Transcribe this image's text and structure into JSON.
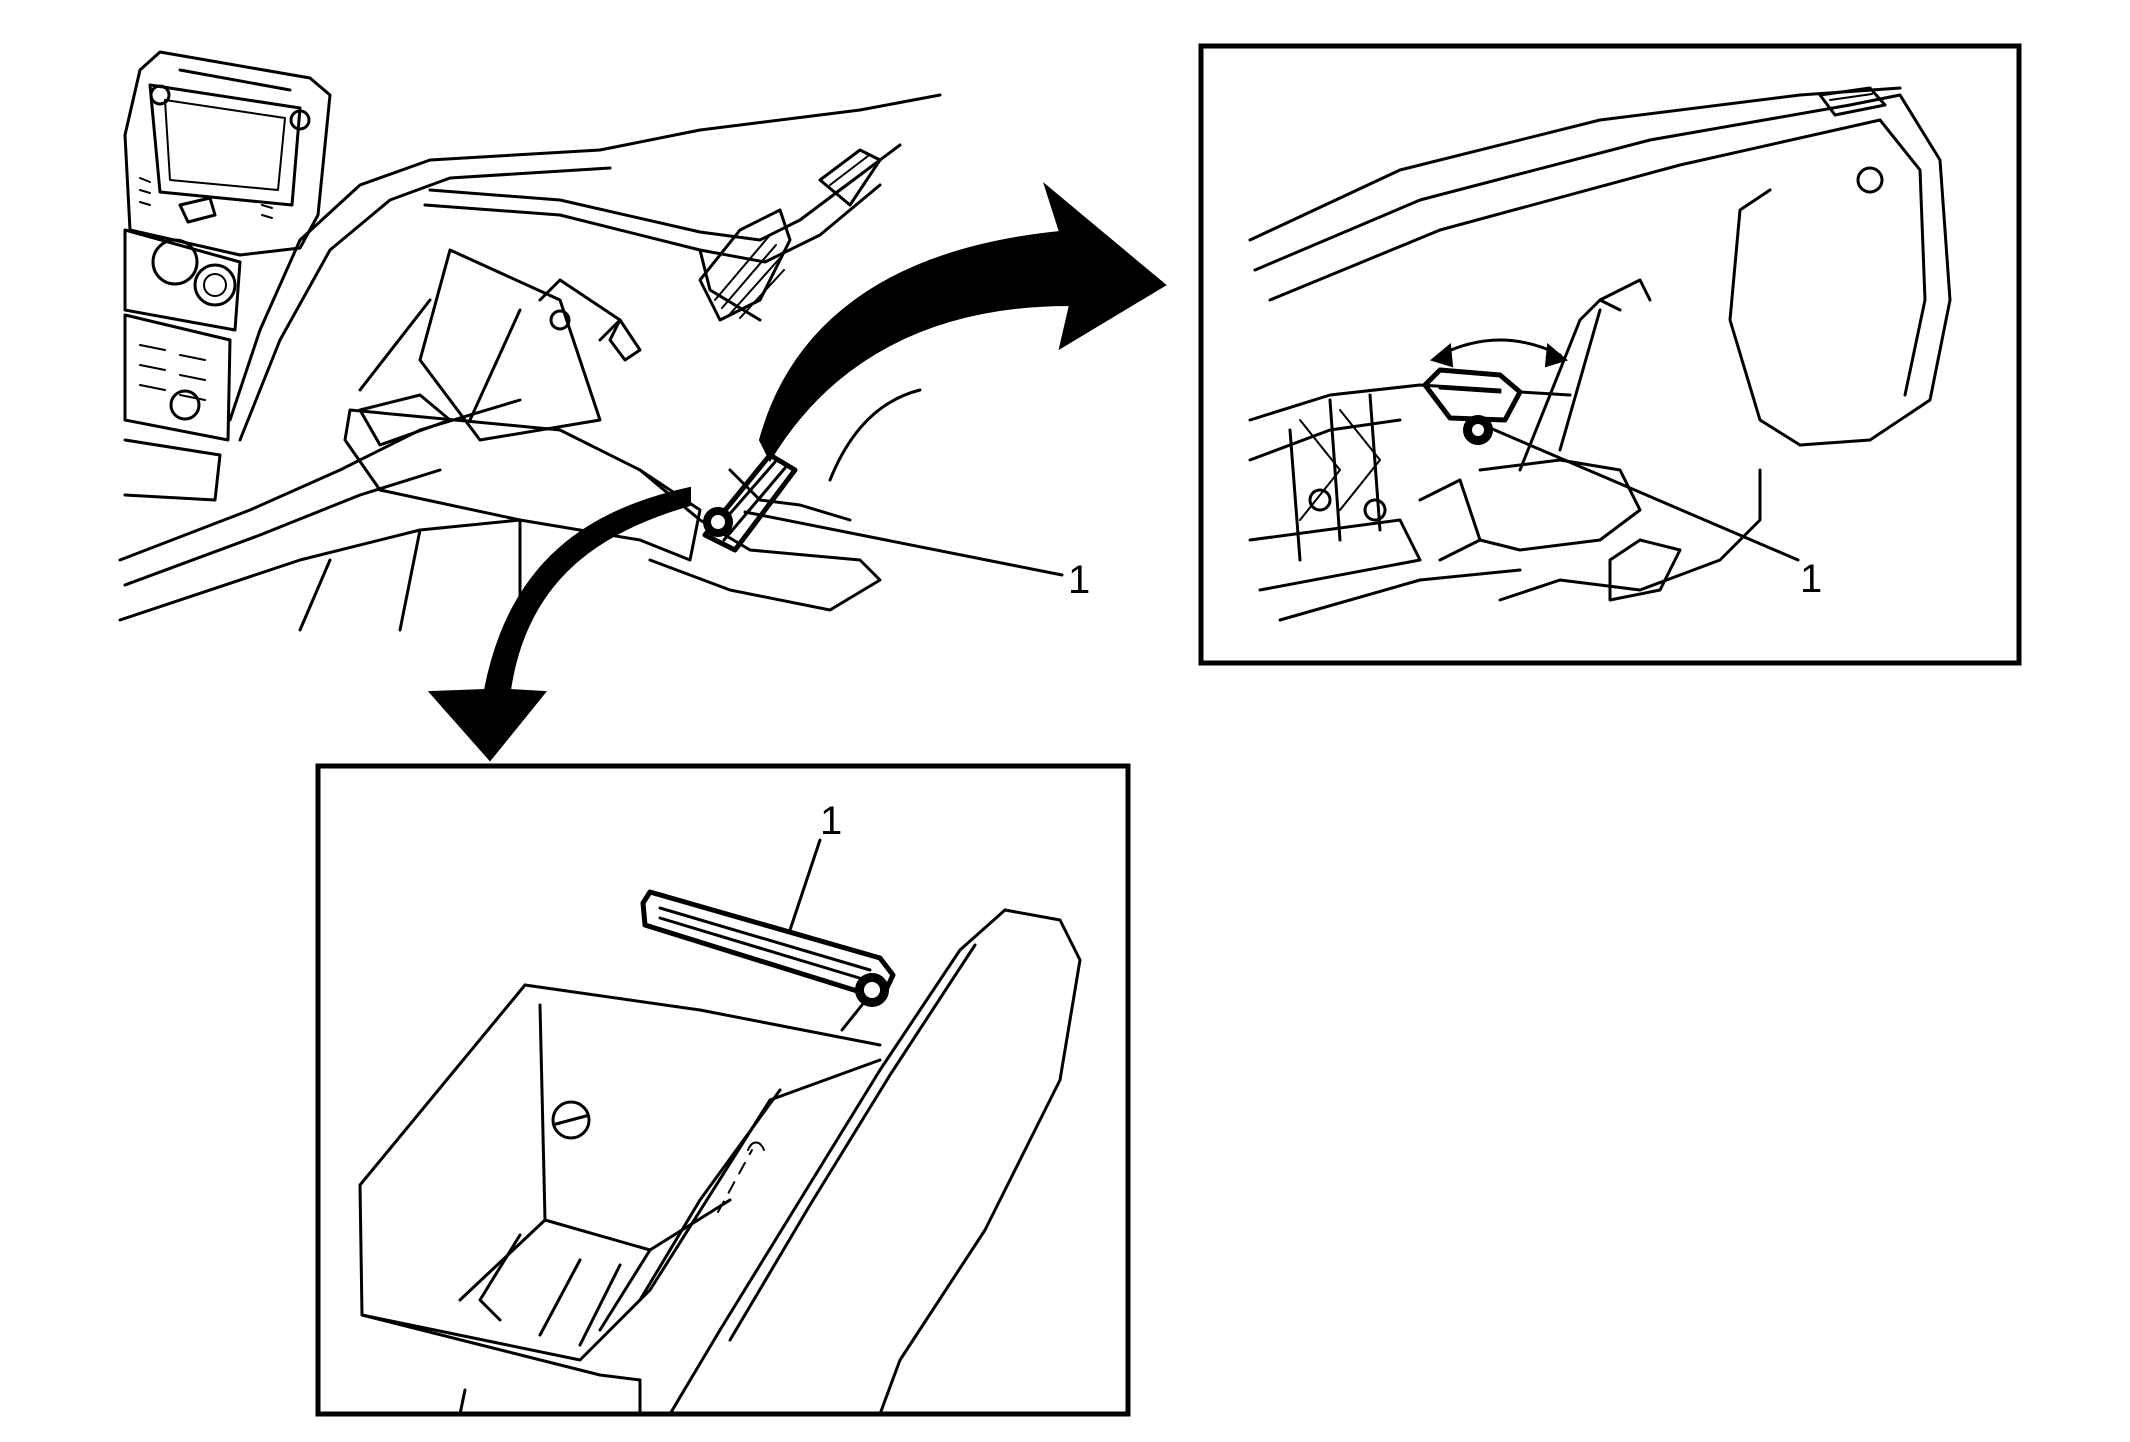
{
  "callouts": {
    "main_view": "1",
    "inset_right": "1",
    "inset_bottom": "1"
  },
  "colors": {
    "line": "#000000",
    "background": "#ffffff"
  }
}
